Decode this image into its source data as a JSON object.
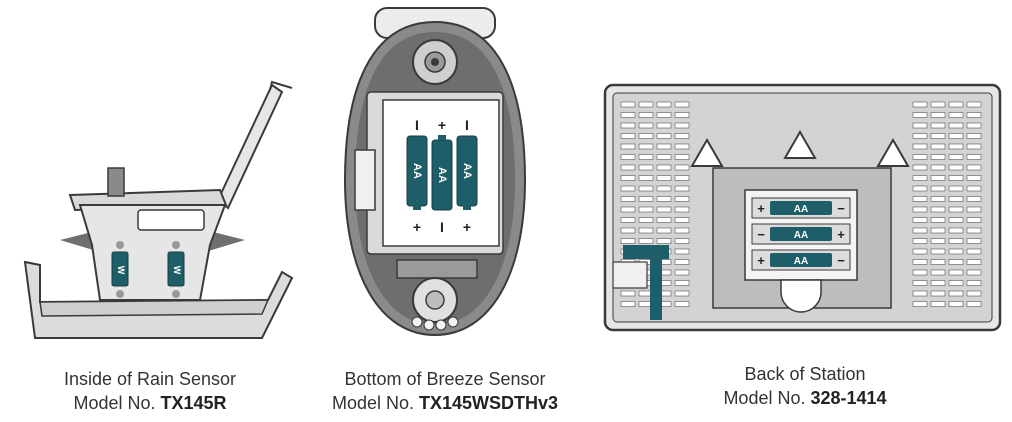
{
  "colors": {
    "battery": "#1e5e68",
    "outline": "#3a3a3a",
    "body_gray": "#7d7d7d",
    "light_gray": "#e6e6e6",
    "mid_gray": "#b7b7b7"
  },
  "rain_sensor": {
    "caption_line1": "Inside of Rain Sensor",
    "model_prefix": "Model No. ",
    "model_number": "TX145R",
    "battery_label": "W"
  },
  "breeze_sensor": {
    "caption_line1": "Bottom of Breeze Sensor",
    "model_prefix": "Model No. ",
    "model_number": "TX145WSDTHv3",
    "battery_label": "AA",
    "top_polarity": [
      "I",
      "+",
      "I"
    ],
    "bottom_polarity": [
      "+",
      "I",
      "+"
    ]
  },
  "station": {
    "caption_line1": "Back of Station",
    "model_prefix": "Model No. ",
    "model_number": "328-1414",
    "battery_label": "AA",
    "rows": [
      {
        "left": "+",
        "right": "−"
      },
      {
        "left": "−",
        "right": "+"
      },
      {
        "left": "+",
        "right": "−"
      }
    ]
  }
}
